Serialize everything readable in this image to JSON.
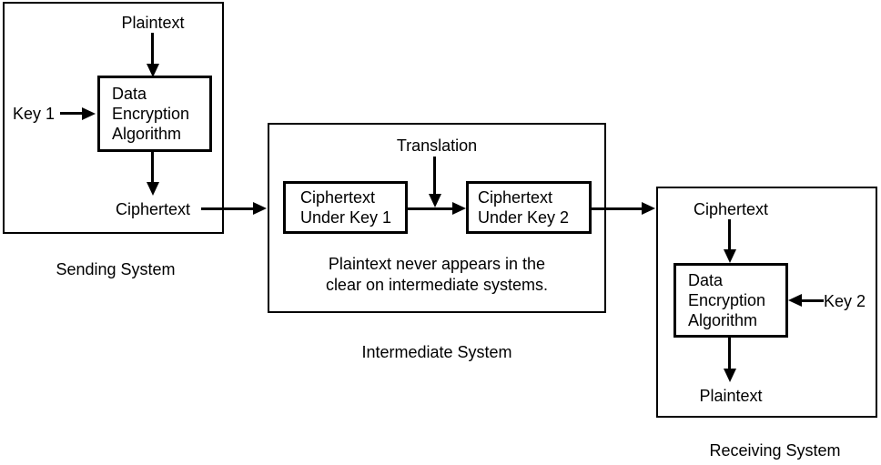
{
  "diagram": {
    "sending_system": {
      "label": "Sending System",
      "input": "Plaintext",
      "key": "Key 1",
      "algorithm": [
        "Data",
        "Encryption",
        "Algorithm"
      ],
      "output": "Ciphertext"
    },
    "intermediate_system": {
      "label": "Intermediate System",
      "translation": "Translation",
      "ciphertext_box_1": [
        "Ciphertext",
        "Under Key 1"
      ],
      "ciphertext_box_2": [
        "Ciphertext",
        "Under Key 2"
      ],
      "note": [
        "Plaintext never appears in the",
        "clear on intermediate systems."
      ]
    },
    "receiving_system": {
      "label": "Receiving System",
      "input": "Ciphertext",
      "key": "Key 2",
      "algorithm": [
        "Data",
        "Encryption",
        "Algorithm"
      ],
      "output": "Plaintext"
    },
    "colors": {
      "line": "#000000",
      "background": "#ffffff",
      "text": "#000000"
    }
  }
}
